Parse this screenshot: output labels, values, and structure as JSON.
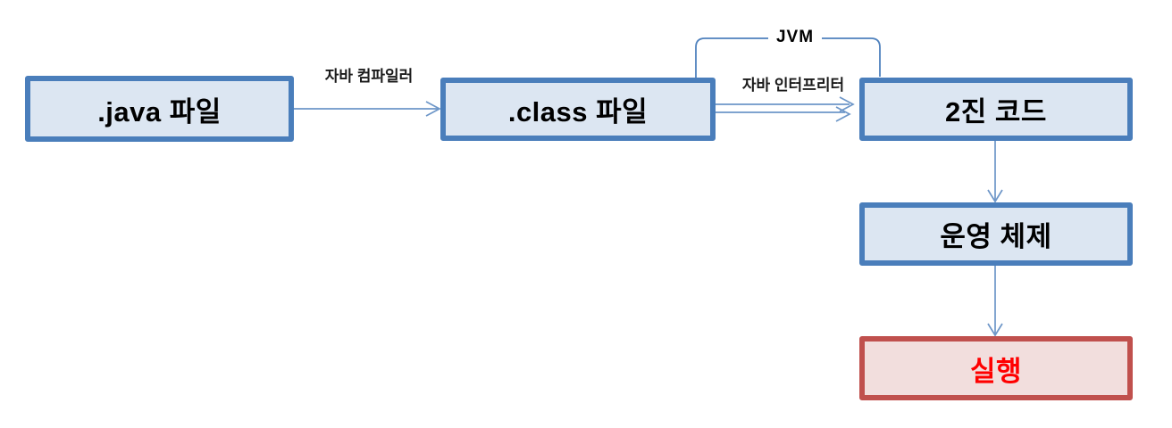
{
  "diagram": {
    "nodes": [
      {
        "id": "java-file",
        "label": ".java 파일"
      },
      {
        "id": "class-file",
        "label": ".class 파일"
      },
      {
        "id": "binary-code",
        "label": "2진 코드"
      },
      {
        "id": "os",
        "label": "운영 체제"
      },
      {
        "id": "run",
        "label": "실행"
      }
    ],
    "edges": [
      {
        "from": "java-file",
        "to": "class-file",
        "label": "자바 컴파일러",
        "type": "single-arrow-right"
      },
      {
        "from": "class-file",
        "to": "binary-code",
        "label": "자바 인터프리터",
        "type": "double-line-arrow-right"
      },
      {
        "from": "binary-code",
        "to": "os",
        "label": "",
        "type": "single-arrow-down"
      },
      {
        "from": "os",
        "to": "run",
        "label": "",
        "type": "single-arrow-down"
      }
    ],
    "group_label": "JVM",
    "colors": {
      "node_border_blue": "#4a7ebb",
      "node_fill_blue": "#dce6f2",
      "node_border_red": "#c0504d",
      "node_fill_red": "#f2dedd",
      "run_text_red": "#ff0000",
      "connector_blue": "#6d96c8",
      "bracket_blue": "#4f81bd",
      "node_text": "#000000",
      "label_text": "#1a1a1a"
    }
  }
}
